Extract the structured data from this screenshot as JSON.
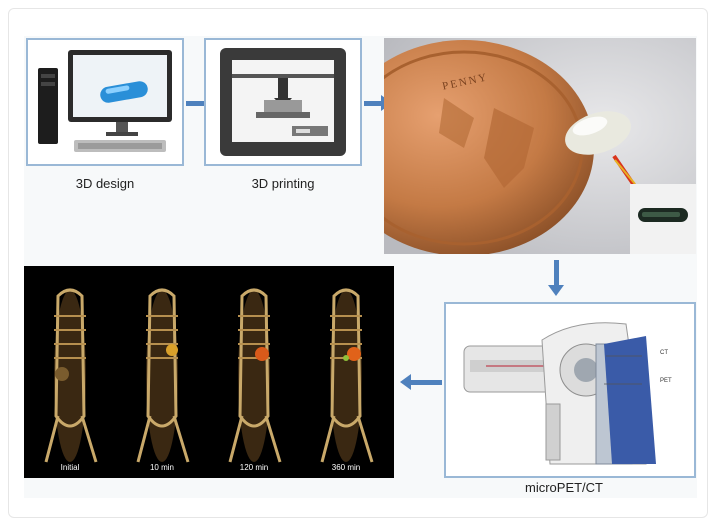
{
  "steps": {
    "design": {
      "label": "3D design"
    },
    "printing": {
      "label": "3D printing"
    },
    "imaging": {
      "label": "microPET/CT"
    }
  },
  "coin_text": "PENNY",
  "scanner_labels": {
    "ct": "CT",
    "pet": "PET"
  },
  "scan_timepoints": [
    "Initial",
    "10 min",
    "120 min",
    "360 min"
  ],
  "colors": {
    "arrow": "#4f81bd",
    "box_border": "#9ab8d6",
    "coin": "#c47a45"
  }
}
